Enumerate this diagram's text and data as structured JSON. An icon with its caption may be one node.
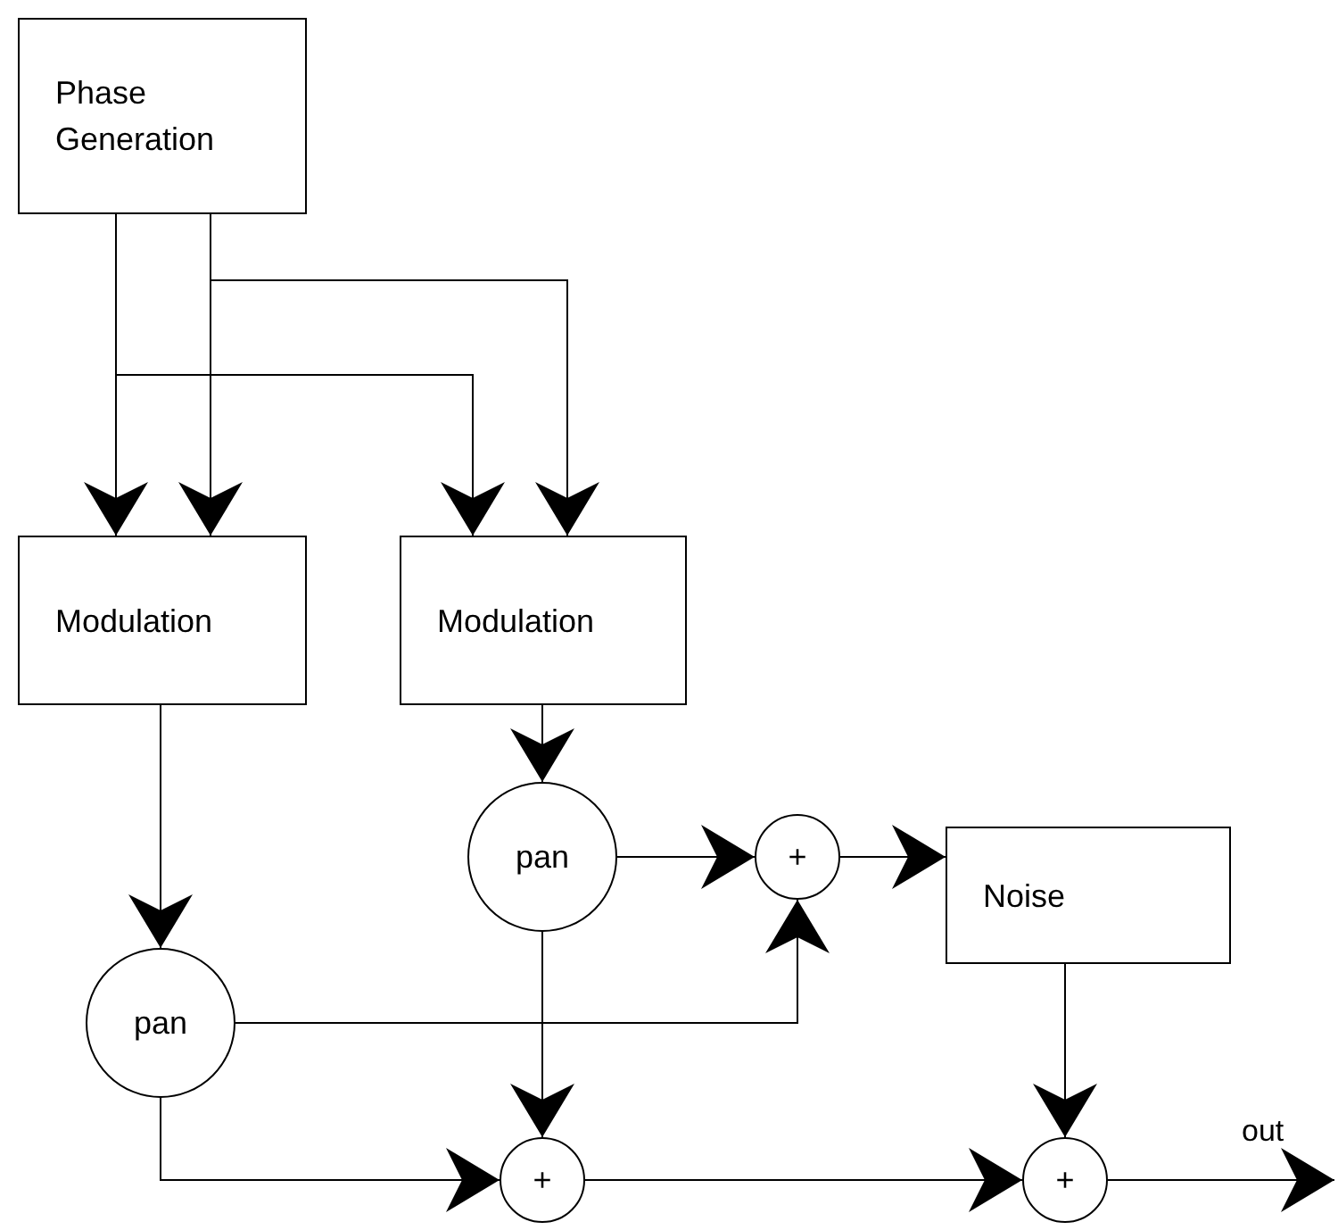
{
  "diagram": {
    "nodes": [
      {
        "text": [
          "Phase Generation"
        ]
      },
      {
        "text": [
          "Modulation"
        ]
      },
      {
        "text": [
          "Modulation"
        ]
      },
      {
        "text": [
          "pan"
        ]
      },
      {
        "text": [
          "+"
        ]
      },
      {
        "text": [
          "Noise"
        ]
      },
      {
        "text": [
          "pan"
        ]
      },
      {
        "text": [
          "+"
        ]
      },
      {
        "text": [
          "+"
        ]
      }
    ],
    "edges": [
      {
        "from": 0,
        "to": 1,
        "arrow": "to"
      },
      {
        "from": 0,
        "to": 1,
        "arrow": "to"
      },
      {
        "from": 0,
        "to": 2,
        "arrow": "to"
      },
      {
        "from": 0,
        "to": 2,
        "arrow": "to"
      },
      {
        "from": 1,
        "to": 6,
        "arrow": "to"
      },
      {
        "from": 2,
        "to": 3,
        "arrow": "to"
      },
      {
        "from": 3,
        "to": 4,
        "arrow": "to"
      },
      {
        "from": 6,
        "to": 4,
        "arrow": "to"
      },
      {
        "from": 4,
        "to": 5,
        "arrow": "to"
      },
      {
        "from": 3,
        "to": 7,
        "arrow": "to"
      },
      {
        "from": 6,
        "to": 7,
        "arrow": "to"
      },
      {
        "from": 7,
        "to": 8,
        "arrow": "to"
      },
      {
        "from": 5,
        "to": 8,
        "arrow": "to"
      },
      {
        "from": 8,
        "to": null,
        "arrow": "to",
        "label": "out"
      }
    ]
  }
}
